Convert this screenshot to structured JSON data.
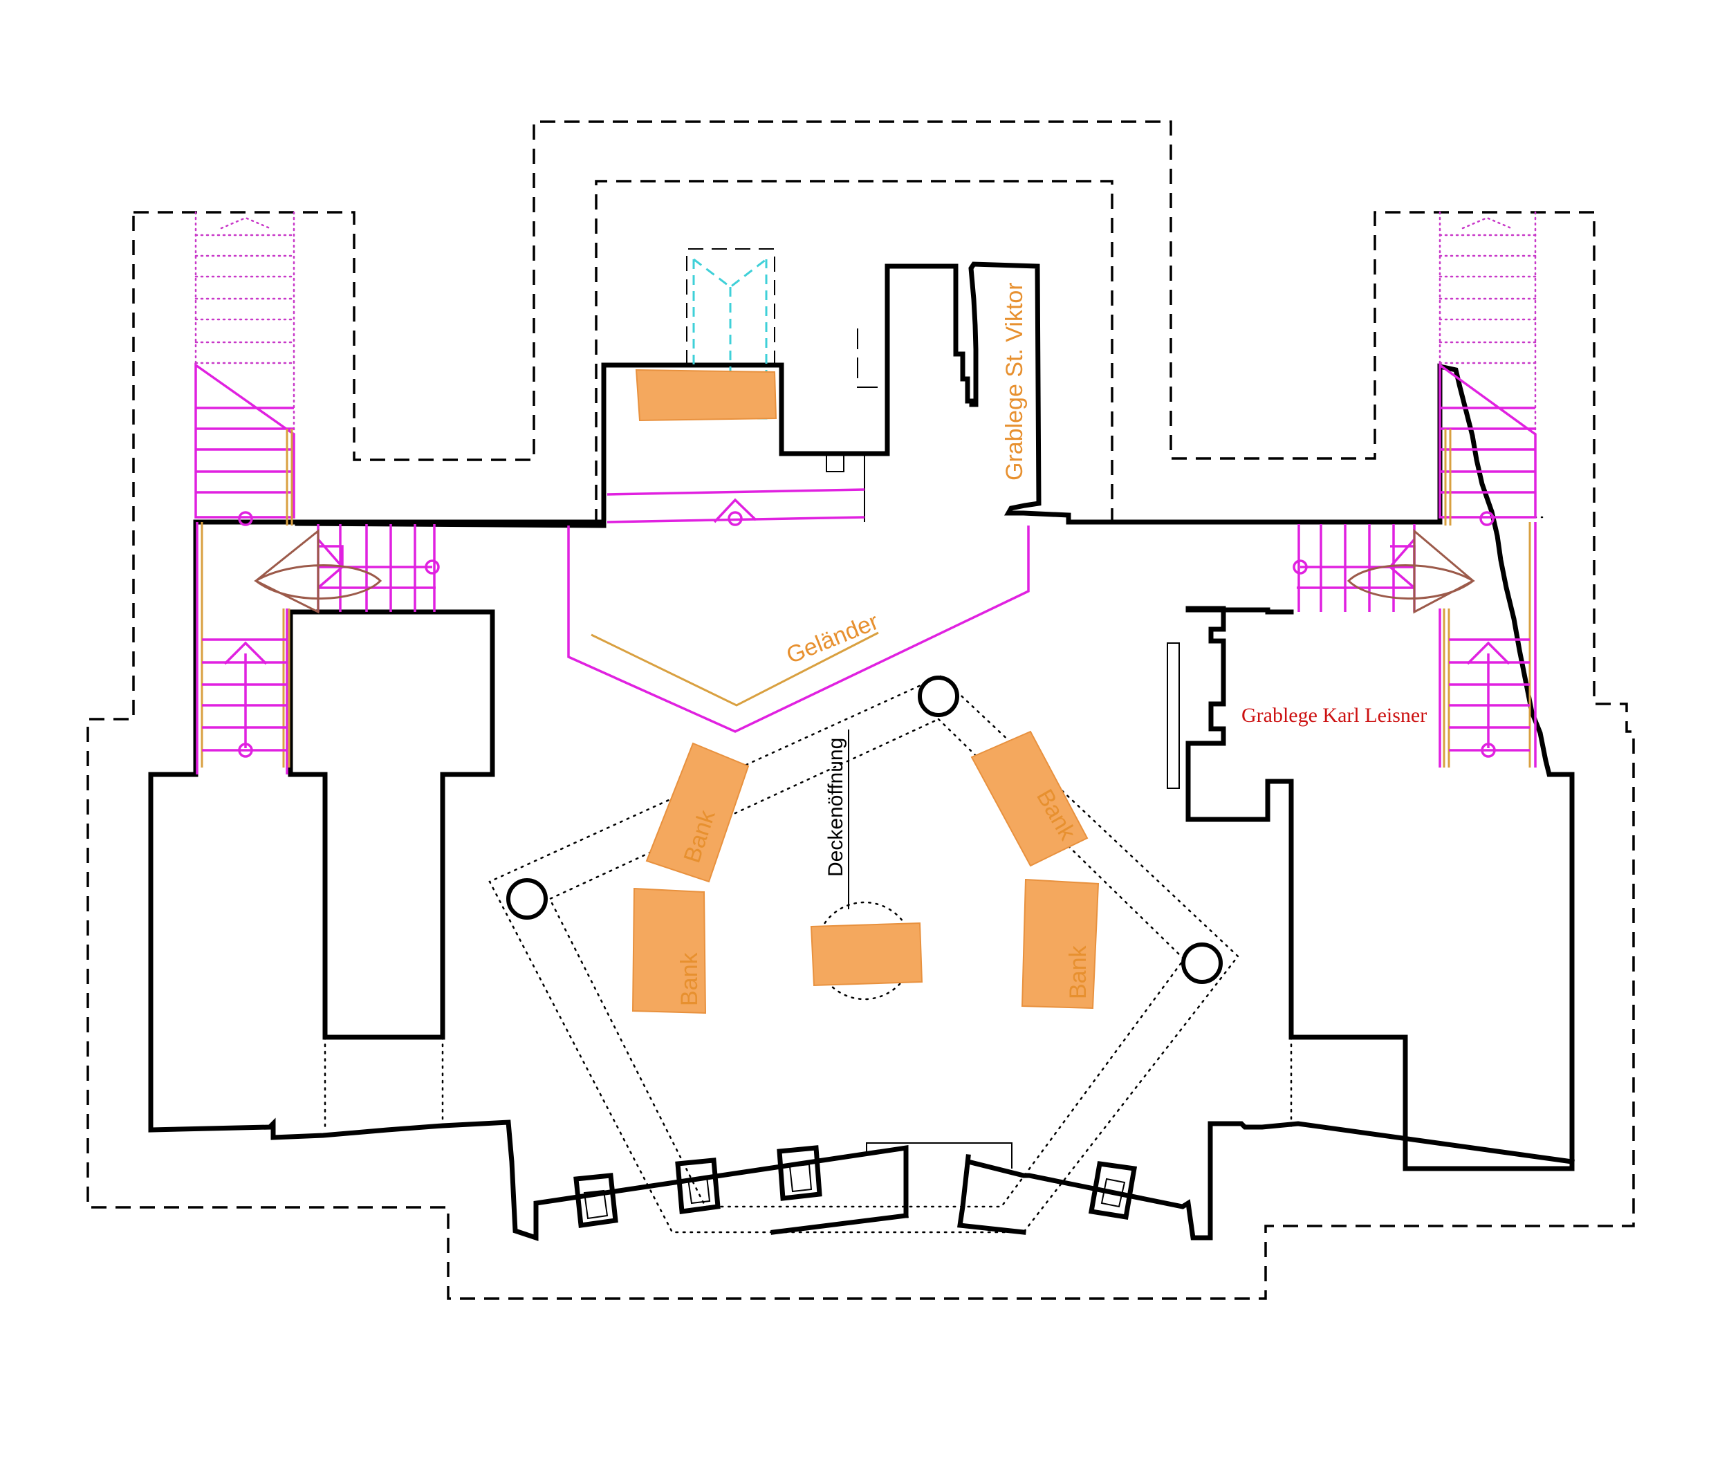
{
  "labels": {
    "grablege_viktor": "Grablege St. Viktor",
    "grablege_leisner": "Grablege  Karl Leisner",
    "gelaender": "Geländer",
    "deckenoeffnung": "Deckenöffnung",
    "bank": "Bank"
  },
  "colors": {
    "walls": "#000000",
    "stairs": "#e021e0",
    "benches": "#f4a85e",
    "labels_orange": "#e7902f",
    "label_red": "#cc1111",
    "railing": "#d9a040",
    "door_swing": "#9c5a4a",
    "hidden_stair": "#3fd0d8"
  }
}
